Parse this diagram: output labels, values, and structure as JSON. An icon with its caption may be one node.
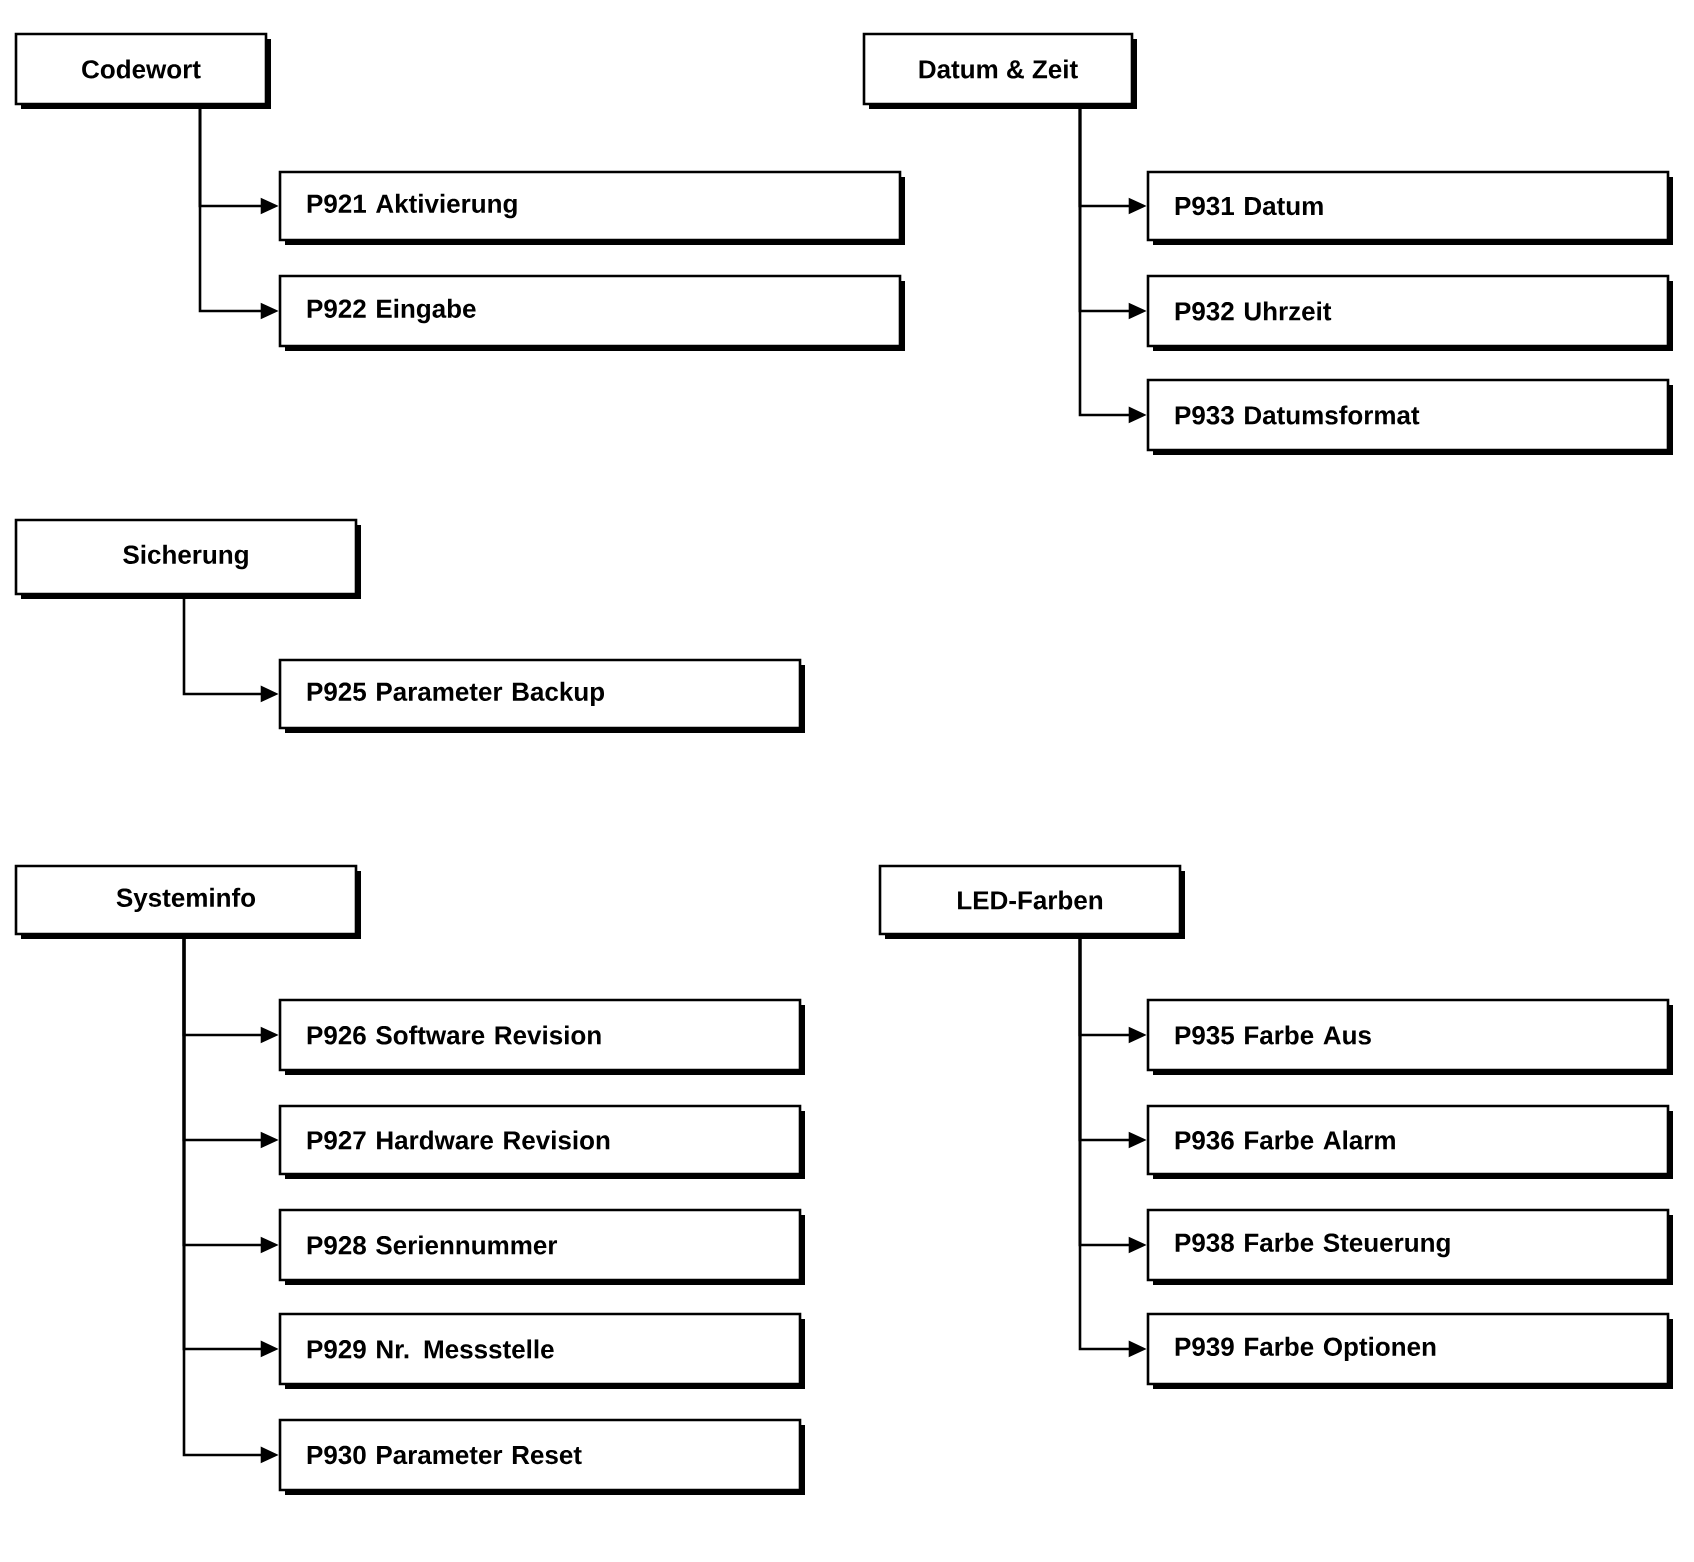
{
  "diagram": {
    "nodes": [
      {
        "text": [
          "Codewort"
        ]
      },
      {
        "text": [
          "P921 Aktivierung"
        ]
      },
      {
        "text": [
          "P922 Eingabe"
        ]
      },
      {
        "text": [
          "Datum & Zeit"
        ]
      },
      {
        "text": [
          "P931 Datum"
        ]
      },
      {
        "text": [
          "P932 Uhrzeit"
        ]
      },
      {
        "text": [
          "P933 Datumsformat"
        ]
      },
      {
        "text": [
          "Sicherung"
        ]
      },
      {
        "text": [
          "P925 Parameter Backup"
        ]
      },
      {
        "text": [
          "Systeminfo"
        ]
      },
      {
        "text": [
          "P926 Software Revision"
        ]
      },
      {
        "text": [
          "P927 Hardware Revision"
        ]
      },
      {
        "text": [
          "P928 Seriennummer"
        ]
      },
      {
        "text": [
          "P929 Nr. Messstelle"
        ]
      },
      {
        "text": [
          "P930 Parameter Reset"
        ]
      },
      {
        "text": [
          "LED-Farben"
        ]
      },
      {
        "text": [
          "P935 Farbe Aus"
        ]
      },
      {
        "text": [
          "P936 Farbe Alarm"
        ]
      },
      {
        "text": [
          "P938 Farbe Steuerung"
        ]
      },
      {
        "text": [
          "P939 Farbe Optionen"
        ]
      }
    ],
    "edges": [
      {
        "from": 0,
        "to": 1,
        "arrow": "to"
      },
      {
        "from": 0,
        "to": 2,
        "arrow": "to"
      },
      {
        "from": 3,
        "to": 4,
        "arrow": "to"
      },
      {
        "from": 3,
        "to": 5,
        "arrow": "to"
      },
      {
        "from": 3,
        "to": 6,
        "arrow": "to"
      },
      {
        "from": 7,
        "to": 8,
        "arrow": "to"
      },
      {
        "from": 9,
        "to": 10,
        "arrow": "to"
      },
      {
        "from": 9,
        "to": 11,
        "arrow": "to"
      },
      {
        "from": 9,
        "to": 12,
        "arrow": "to"
      },
      {
        "from": 9,
        "to": 13,
        "arrow": "to"
      },
      {
        "from": 9,
        "to": 14,
        "arrow": "to"
      },
      {
        "from": 15,
        "to": 16,
        "arrow": "to"
      },
      {
        "from": 15,
        "to": 17,
        "arrow": "to"
      },
      {
        "from": 15,
        "to": 18,
        "arrow": "to"
      },
      {
        "from": 15,
        "to": 19,
        "arrow": "to"
      }
    ]
  }
}
